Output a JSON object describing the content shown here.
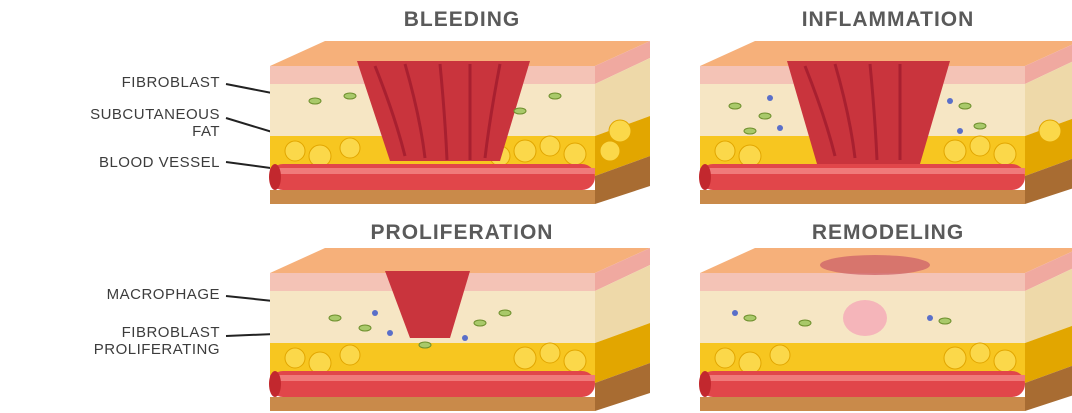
{
  "titles": {
    "bleeding": "BLEEDING",
    "inflammation": "INFLAMMATION",
    "proliferation": "PROLIFERATION",
    "remodeling": "REMODELING"
  },
  "labels": {
    "fibroblast": "FIBROBLAST",
    "subcutaneous_line1": "SUBCUTANEOUS",
    "subcutaneous_line2": "FAT",
    "blood_vessel": "BLOOD VESSEL",
    "macrophage": "MACROPHAGE",
    "fibroblast_prolif_line1": "FIBROBLAST",
    "fibroblast_prolif_line2": "PROLIFERATING"
  },
  "colors": {
    "skin_top": "#f6b07a",
    "epidermis": "#f4c3b6",
    "dermis": "#f6e6c4",
    "fat": "#f7c620",
    "fat_dark": "#e2a600",
    "vessel": "#e1464a",
    "wound": "#c9343d",
    "side": "#c98a4a",
    "fibroblast": "#7fa63a",
    "macrophage": "#5a6fc9"
  }
}
